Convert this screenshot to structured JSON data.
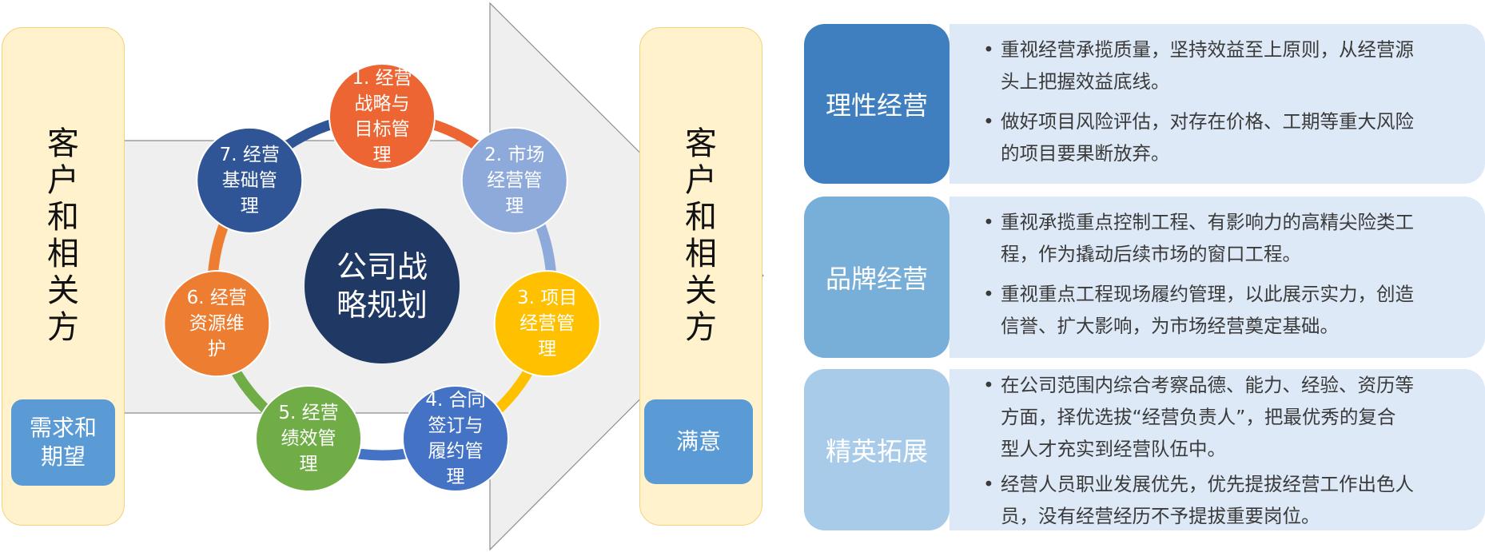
{
  "left_panel": {
    "title_chars": [
      "客",
      "户",
      "和",
      "相",
      "关",
      "方"
    ],
    "box_label_line1": "需求和",
    "box_label_line2": "期望"
  },
  "right_panel": {
    "title_chars": [
      "客",
      "户",
      "和",
      "相",
      "关",
      "方"
    ],
    "box_label": "满意"
  },
  "center": {
    "line1": "公司战",
    "line2": "略规划"
  },
  "cycle_nodes": [
    {
      "lines": [
        "1. 经营",
        "战略与",
        "目标管",
        "理"
      ],
      "color": "#ed6532"
    },
    {
      "lines": [
        "2. 市场",
        "经营管",
        "理"
      ],
      "color": "#8eaadb"
    },
    {
      "lines": [
        "3. 项目",
        "经营管",
        "理"
      ],
      "color": "#ffc000"
    },
    {
      "lines": [
        "4. 合同",
        "签订与",
        "履约管",
        "理"
      ],
      "color": "#4472c4"
    },
    {
      "lines": [
        "5. 经营",
        "绩效管",
        "理"
      ],
      "color": "#70ad47"
    },
    {
      "lines": [
        "6. 经营",
        "资源维",
        "护"
      ],
      "color": "#ed7d31"
    },
    {
      "lines": [
        "7. 经营",
        "基础管",
        "理"
      ],
      "color": "#2f5597"
    }
  ],
  "categories": [
    {
      "title": "理性经营",
      "color": "#3f7fbf",
      "bullets": [
        [
          "重视经营承揽质量，坚持效益至上原则，从经营源",
          "头上把握效益底线。"
        ],
        [
          "做好项目风险评估，对存在价格、工期等重大风险",
          "的项目要果断放弃。"
        ]
      ]
    },
    {
      "title": "品牌经营",
      "color": "#78afd9",
      "bullets": [
        [
          "重视承揽重点控制工程、有影响力的高精尖险类工",
          "程，作为撬动后续市场的窗口工程。"
        ],
        [
          "重视重点工程现场履约管理，以此展示实力，创造",
          "信誉、扩大影响，为市场经营奠定基础。"
        ]
      ]
    },
    {
      "title": "精英拓展",
      "color": "#a9cbea",
      "bullets": [
        [
          "在公司范围内综合考察品德、能力、经验、资历等",
          "方面，择优选拔“经营负责人”，把最优秀的复合",
          "型人才充实到经营队伍中。"
        ],
        [
          "经营人员职业发展优先，优先提拔经营工作出色人",
          "员，没有经营经历不予提拔重要岗位。"
        ]
      ]
    }
  ]
}
